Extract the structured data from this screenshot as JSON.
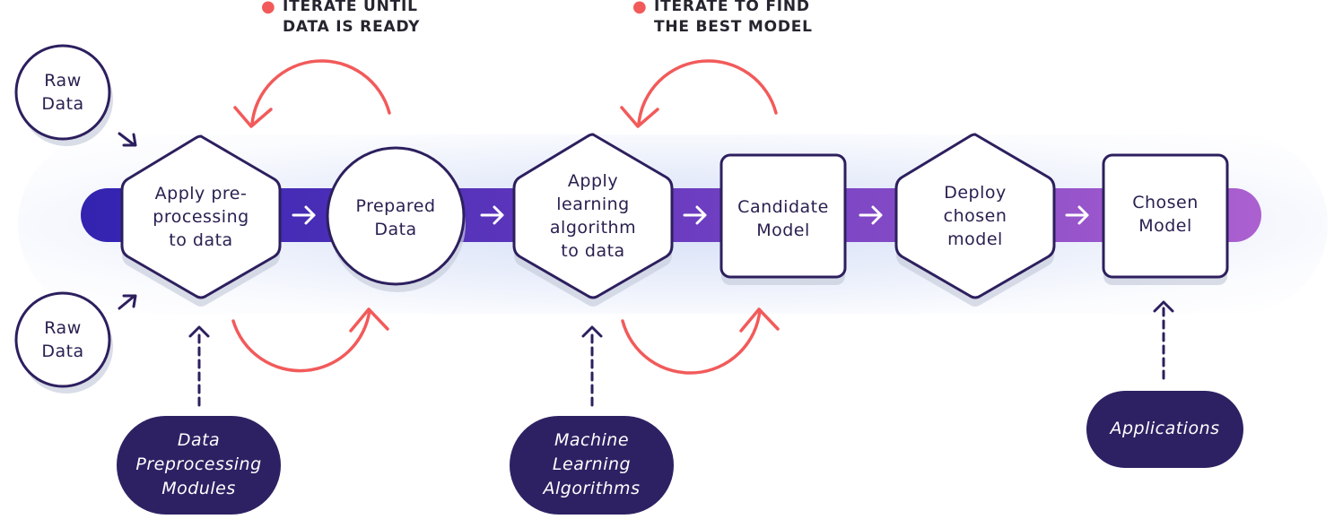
{
  "diagram": {
    "type": "machine-learning-pipeline",
    "colors": {
      "node_stroke": "#2d1f5e",
      "pipe_start": "#3223b0",
      "pipe_end": "#ac60d0",
      "iterate_arrow": "#f25a5a",
      "pill_fill": "#2e2163",
      "note_dot": "#f25a5a"
    },
    "notes": [
      {
        "id": "iterate-data",
        "text": "ITERATE UNTIL\nDATA IS READY"
      },
      {
        "id": "iterate-model",
        "text": "ITERATE TO FIND\nTHE BEST MODEL"
      }
    ],
    "inputs": [
      {
        "id": "raw-data-top",
        "label": "Raw\nData"
      },
      {
        "id": "raw-data-bottom",
        "label": "Raw\nData"
      }
    ],
    "steps": [
      {
        "id": "apply-preprocessing",
        "shape": "hexagon",
        "label": "Apply pre-\nprocessing\nto data"
      },
      {
        "id": "prepared-data",
        "shape": "circle",
        "label": "Prepared\nData"
      },
      {
        "id": "apply-learning-algorithm",
        "shape": "hexagon",
        "label": "Apply\nlearning\nalgorithm\nto data"
      },
      {
        "id": "candidate-model",
        "shape": "rounded-square",
        "label": "Candidate\nModel"
      },
      {
        "id": "deploy-chosen-model",
        "shape": "hexagon",
        "label": "Deploy\nchosen\nmodel"
      },
      {
        "id": "chosen-model",
        "shape": "rounded-square",
        "label": "Chosen\nModel"
      }
    ],
    "sources": [
      {
        "id": "data-preprocessing-modules",
        "label": "Data\nPreprocessing\nModules",
        "feeds": "apply-preprocessing"
      },
      {
        "id": "machine-learning-algorithms",
        "label": "Machine\nLearning\nAlgorithms",
        "feeds": "apply-learning-algorithm"
      },
      {
        "id": "applications",
        "label": "Applications",
        "feeds": "chosen-model"
      }
    ],
    "flow_arrow_glyph": "→"
  }
}
